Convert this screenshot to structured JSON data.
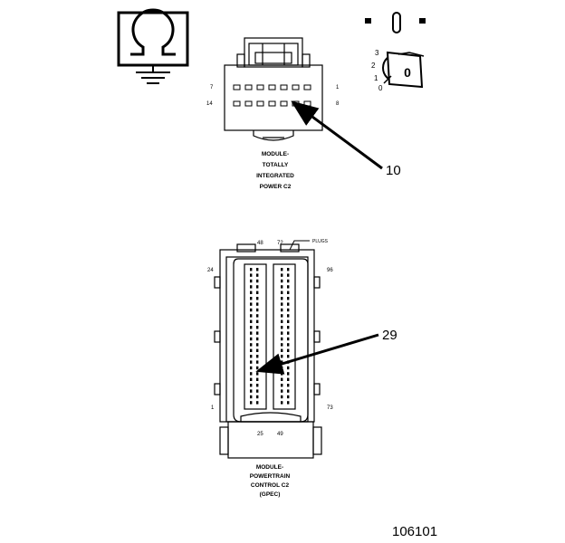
{
  "ohmmeter": {
    "icon": "ohm-symbol-icon",
    "ground": "ground-icon"
  },
  "ignition": {
    "icon": "ignition-key-icon",
    "positions": [
      "3",
      "2",
      "1",
      "0"
    ],
    "lock_label": "0"
  },
  "connector_top": {
    "pin_start_left": "7",
    "pin_end_left": "14",
    "pin_start_right": "1",
    "pin_end_right": "8",
    "caption": [
      "MODULE-",
      "TOTALLY",
      "INTEGRATED",
      "POWER C2"
    ],
    "callout": "10"
  },
  "connector_bottom": {
    "top_left_pin": "48",
    "top_right_pin": "72",
    "plug_label": "PLUGS",
    "left_top_pin": "24",
    "right_top_pin": "96",
    "left_bottom_pin": "1",
    "right_bottom_pin": "73",
    "bottom_left_pin": "25",
    "bottom_right_pin": "49",
    "caption": [
      "MODULE-",
      "POWERTRAIN",
      "CONTROL C2",
      "(GPEC)"
    ],
    "callout": "29"
  },
  "figure_id": "106101"
}
